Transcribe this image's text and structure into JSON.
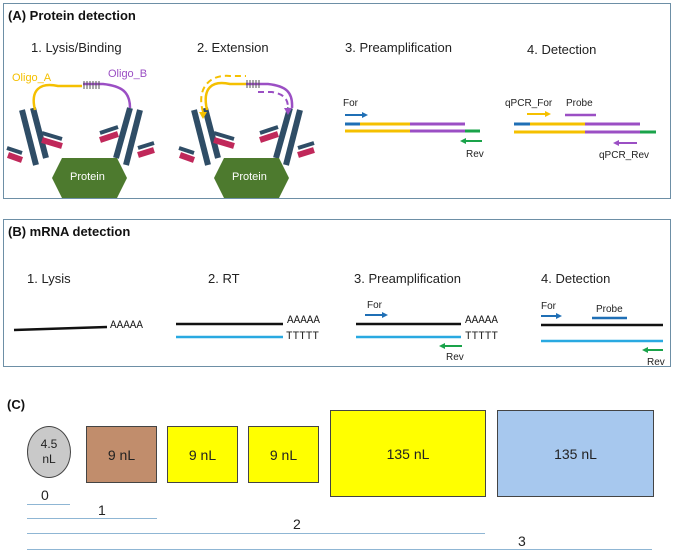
{
  "panelA": {
    "title": "(A) Protein detection",
    "steps": [
      "1. Lysis/Binding",
      "2. Extension",
      "3. Preamplification",
      "4. Detection"
    ],
    "oligo_a": "Oligo_A",
    "oligo_b": "Oligo_B",
    "protein": "Protein",
    "for": "For",
    "rev": "Rev",
    "qpcr_for": "qPCR_For",
    "probe": "Probe",
    "qpcr_rev": "qPCR_Rev"
  },
  "panelB": {
    "title": "(B) mRNA detection",
    "steps": [
      "1. Lysis",
      "2. RT",
      "3. Preamplification",
      "4. Detection"
    ],
    "polyA": "AAAAA",
    "polyT": "TTTTT",
    "for": "For",
    "rev": "Rev",
    "probe": "Probe"
  },
  "panelC": {
    "title": "(C)",
    "volumes": [
      "4.5\nnL",
      "9 nL",
      "9 nL",
      "9 nL",
      "135 nL",
      "135 nL"
    ],
    "steps": [
      "0",
      "1",
      "2",
      "3"
    ]
  },
  "colors": {
    "yellow_strand": "#f5c000",
    "purple_strand": "#9b4fc4",
    "blue_strand": "#29a9e1",
    "green_arrow": "#1aa34a",
    "blue_arrow": "#1f6fb5",
    "antibody_dark": "#2f4d66",
    "antibody_pink": "#c0285a",
    "protein_green": "#4d7a2e",
    "box_brown": "#c18d6c",
    "box_yellow": "#ffff00",
    "box_blue": "#a7c8ee",
    "circle_gray": "#c9c9c9"
  }
}
